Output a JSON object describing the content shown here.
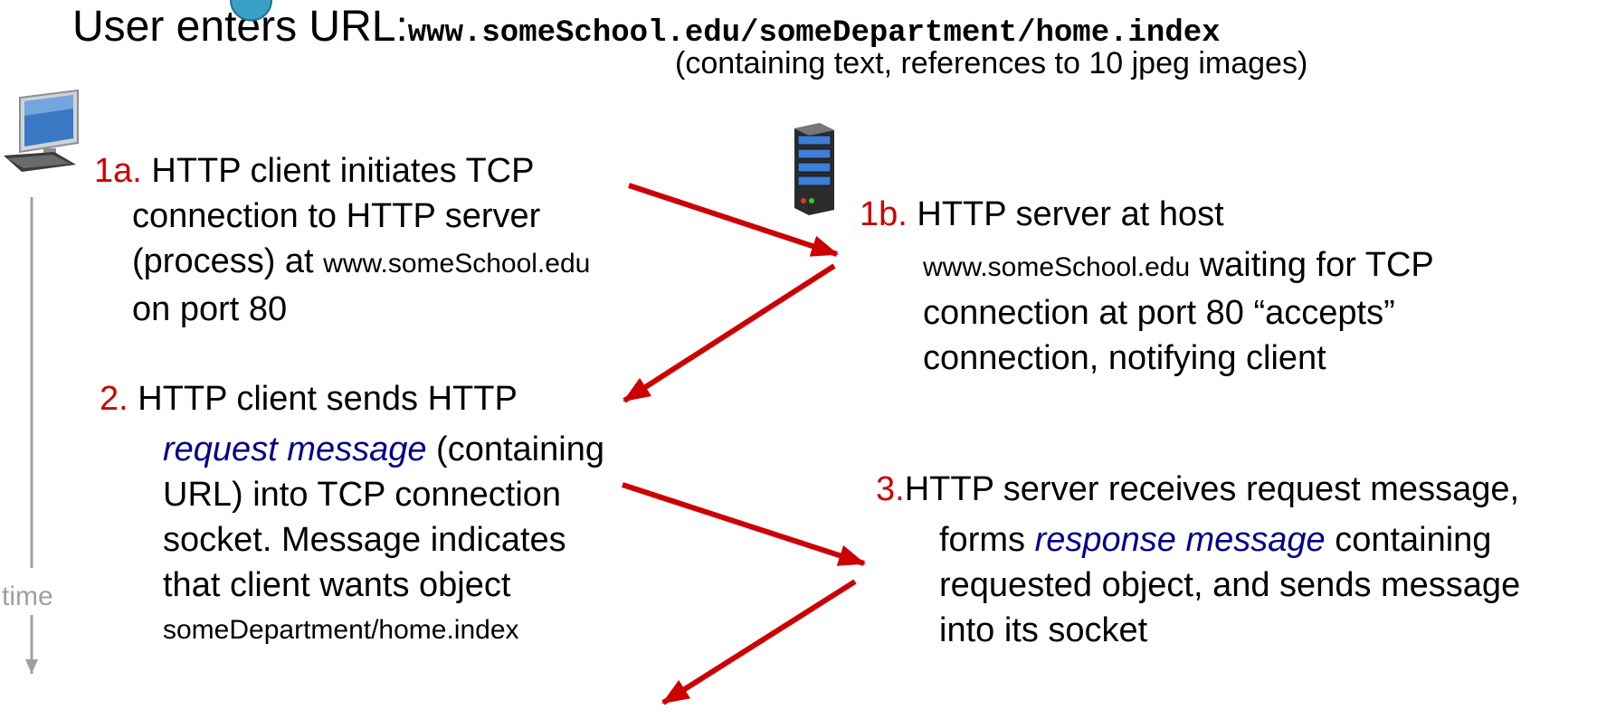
{
  "title": {
    "prefix": "User enters URL:",
    "url": "www.someSchool.edu/someDepartment/home.index"
  },
  "subtitle": "(containing text, references to 10 jpeg images)",
  "timeline": {
    "label": "time"
  },
  "steps": {
    "s1a": {
      "num": "1a.",
      "l1": "HTTP client initiates TCP",
      "l2": "connection to HTTP server",
      "l3a": "(process) at ",
      "l3b": "www.someSchool.edu",
      "l4": "on port 80"
    },
    "s1b": {
      "num": "1b.",
      "l1": "HTTP server at host",
      "l2a": "www.someSchool.edu",
      "l2b": " waiting for TCP",
      "l3": "connection at port 80  “accepts”",
      "l4": "connection, notifying client"
    },
    "s2": {
      "num": "2.",
      "l1": "HTTP client sends HTTP",
      "l2a": "request message",
      "l2b": " (containing",
      "l3": "URL) into TCP connection",
      "l4": "socket. Message indicates",
      "l5": "that client wants object",
      "l6": "someDepartment/home.index"
    },
    "s3": {
      "num": "3.",
      "l1": "HTTP server receives request message,",
      "l2a": "forms ",
      "l2b": "response message",
      "l2c": " containing",
      "l3": "requested object, and sends message",
      "l4": "into its socket"
    }
  },
  "icons": {
    "client": "desktop-computer-icon",
    "server": "server-tower-icon"
  },
  "colors": {
    "step_number": "#cc0000",
    "emphasis": "#00008b",
    "arrow": "#cc0000",
    "timeline": "#a0a0a0"
  }
}
